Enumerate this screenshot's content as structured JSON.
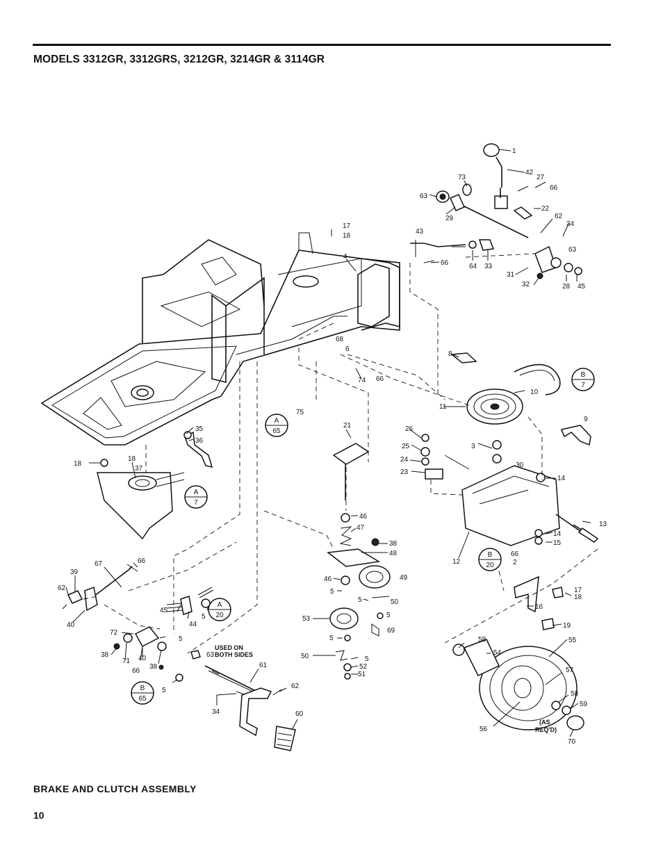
{
  "page": {
    "title": "MODELS 3312GR, 3312GRS, 3212GR, 3214GR & 3114GR",
    "subtitle": "BRAKE AND CLUTCH ASSEMBLY",
    "page_number": "10"
  },
  "notes": {
    "used_on_line1": "USED ON",
    "used_on_line2": "BOTH SIDES",
    "as_reqd_line1": "(AS",
    "as_reqd_line2": "REQ'D)"
  },
  "callouts": [
    {
      "id": "c-1",
      "text": "1"
    },
    {
      "id": "c-42",
      "text": "42"
    },
    {
      "id": "c-27",
      "text": "27"
    },
    {
      "id": "c-73",
      "text": "73"
    },
    {
      "id": "c-66a",
      "text": "66"
    },
    {
      "id": "c-63a",
      "text": "63"
    },
    {
      "id": "c-22",
      "text": "22"
    },
    {
      "id": "c-29",
      "text": "29"
    },
    {
      "id": "c-62a",
      "text": "62"
    },
    {
      "id": "c-34a",
      "text": "34"
    },
    {
      "id": "c-43",
      "text": "43"
    },
    {
      "id": "c-63b",
      "text": "63"
    },
    {
      "id": "c-66b",
      "text": "66"
    },
    {
      "id": "c-64",
      "text": "64"
    },
    {
      "id": "c-33",
      "text": "33"
    },
    {
      "id": "c-31",
      "text": "31"
    },
    {
      "id": "c-32",
      "text": "32"
    },
    {
      "id": "c-28",
      "text": "28"
    },
    {
      "id": "c-45a",
      "text": "45"
    },
    {
      "id": "c-17a",
      "text": "17"
    },
    {
      "id": "c-18a",
      "text": "18"
    },
    {
      "id": "c-4",
      "text": "4"
    },
    {
      "id": "c-68",
      "text": "68"
    },
    {
      "id": "c-6",
      "text": "6"
    },
    {
      "id": "c-74",
      "text": "74"
    },
    {
      "id": "c-66c",
      "text": "66"
    },
    {
      "id": "c-75",
      "text": "75"
    },
    {
      "id": "c-8",
      "text": "8"
    },
    {
      "id": "c-10",
      "text": "10"
    },
    {
      "id": "c-11",
      "text": "11"
    },
    {
      "id": "c-9",
      "text": "9"
    },
    {
      "id": "c-21",
      "text": "21"
    },
    {
      "id": "c-26",
      "text": "26"
    },
    {
      "id": "c-25",
      "text": "25"
    },
    {
      "id": "c-24",
      "text": "24"
    },
    {
      "id": "c-23",
      "text": "23"
    },
    {
      "id": "c-3",
      "text": "3"
    },
    {
      "id": "c-30",
      "text": "30"
    },
    {
      "id": "c-14a",
      "text": "14"
    },
    {
      "id": "c-13",
      "text": "13"
    },
    {
      "id": "c-14b",
      "text": "14"
    },
    {
      "id": "c-15",
      "text": "15"
    },
    {
      "id": "c-12",
      "text": "12"
    },
    {
      "id": "c-66d",
      "text": "66"
    },
    {
      "id": "c-2",
      "text": "2"
    },
    {
      "id": "c-35",
      "text": "35"
    },
    {
      "id": "c-36",
      "text": "36"
    },
    {
      "id": "c-18b",
      "text": "18"
    },
    {
      "id": "c-18c",
      "text": "18"
    },
    {
      "id": "c-37",
      "text": "37"
    },
    {
      "id": "c-46a",
      "text": "46"
    },
    {
      "id": "c-47",
      "text": "47"
    },
    {
      "id": "c-38a",
      "text": "38"
    },
    {
      "id": "c-48",
      "text": "48"
    },
    {
      "id": "c-46b",
      "text": "46"
    },
    {
      "id": "c-49",
      "text": "49"
    },
    {
      "id": "c-5a",
      "text": "5"
    },
    {
      "id": "c-5b",
      "text": "5"
    },
    {
      "id": "c-50a",
      "text": "50"
    },
    {
      "id": "c-53",
      "text": "53"
    },
    {
      "id": "c-5c",
      "text": "5"
    },
    {
      "id": "c-69",
      "text": "69"
    },
    {
      "id": "c-5d",
      "text": "5"
    },
    {
      "id": "c-50b",
      "text": "50"
    },
    {
      "id": "c-5e",
      "text": "5"
    },
    {
      "id": "c-52",
      "text": "52"
    },
    {
      "id": "c-51",
      "text": "51"
    },
    {
      "id": "c-39",
      "text": "39"
    },
    {
      "id": "c-67",
      "text": "67"
    },
    {
      "id": "c-66e",
      "text": "66"
    },
    {
      "id": "c-62b",
      "text": "62"
    },
    {
      "id": "c-40a",
      "text": "40"
    },
    {
      "id": "c-45b",
      "text": "45"
    },
    {
      "id": "c-44",
      "text": "44"
    },
    {
      "id": "c-5f",
      "text": "5"
    },
    {
      "id": "c-72",
      "text": "72"
    },
    {
      "id": "c-5g",
      "text": "5"
    },
    {
      "id": "c-38b",
      "text": "38"
    },
    {
      "id": "c-71",
      "text": "71"
    },
    {
      "id": "c-40b",
      "text": "40"
    },
    {
      "id": "c-38c",
      "text": "38"
    },
    {
      "id": "c-66f",
      "text": "66"
    },
    {
      "id": "c-63c",
      "text": "63"
    },
    {
      "id": "c-61",
      "text": "61"
    },
    {
      "id": "c-5h",
      "text": "5"
    },
    {
      "id": "c-62c",
      "text": "62"
    },
    {
      "id": "c-34b",
      "text": "34"
    },
    {
      "id": "c-60",
      "text": "60"
    },
    {
      "id": "c-17b",
      "text": "17"
    },
    {
      "id": "c-18d",
      "text": "18"
    },
    {
      "id": "c-16",
      "text": "16"
    },
    {
      "id": "c-19",
      "text": "19"
    },
    {
      "id": "c-58a",
      "text": "58"
    },
    {
      "id": "c-55",
      "text": "55"
    },
    {
      "id": "c-54",
      "text": "54"
    },
    {
      "id": "c-57",
      "text": "57"
    },
    {
      "id": "c-58b",
      "text": "58"
    },
    {
      "id": "c-59",
      "text": "59"
    },
    {
      "id": "c-56",
      "text": "56"
    },
    {
      "id": "c-70",
      "text": "70"
    }
  ],
  "circle_refs": [
    {
      "id": "ref-b7",
      "letter": "B",
      "number": "7"
    },
    {
      "id": "ref-a65",
      "letter": "A",
      "number": "65"
    },
    {
      "id": "ref-a7",
      "letter": "A",
      "number": "7"
    },
    {
      "id": "ref-b20",
      "letter": "B",
      "number": "20"
    },
    {
      "id": "ref-a20",
      "letter": "A",
      "number": "20"
    },
    {
      "id": "ref-b65",
      "letter": "B",
      "number": "65"
    }
  ]
}
